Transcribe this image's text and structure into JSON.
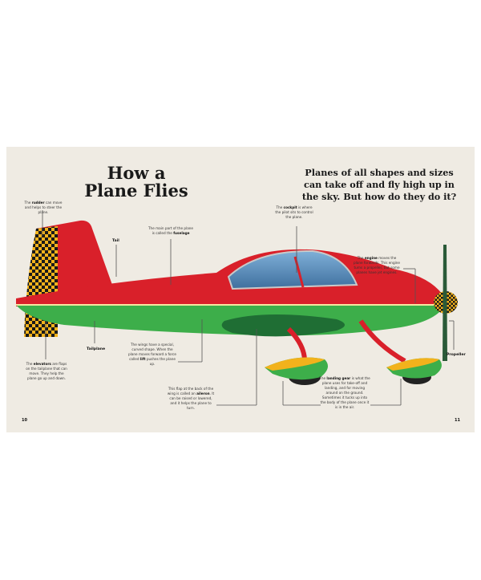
{
  "title": "How a Plane Flies",
  "subtitle": "Planes of all shapes and sizes can take off and fly high up in the sky. But how do they do it?",
  "notes": {
    "rudder": {
      "pre": "The ",
      "bold": "rudder",
      "post": " can move and helps to steer the plane."
    },
    "fuselage": {
      "pre": "The main part of the plane is called the ",
      "bold": "fuselage",
      "post": ""
    },
    "cockpit": {
      "pre": "The ",
      "bold": "cockpit",
      "post": " is where the pilot sits to control the plane."
    },
    "engine": {
      "pre": "The ",
      "bold": "engine",
      "post": " moves the plane forwards. This engine turns a propeller, but some planes have jet engines."
    },
    "elevators": {
      "pre": "The ",
      "bold": "elevators",
      "post": " are flaps on the tailplane that can move. They help the plane go up and down."
    },
    "wings": {
      "pre": "The wings have a special, curved shape. When the plane moves forward a force called ",
      "bold": "lift",
      "post": " pushes the plane up."
    },
    "aileron": {
      "pre": "This flap at the back of the wing is called an ",
      "bold": "aileron",
      "post": ". It can be raised or lowered, and it helps the plane to turn."
    },
    "landing_gear": {
      "pre": "The ",
      "bold": "landing gear",
      "post": " is what the plane uses for take-off and landing, and for moving around on the ground. Sometimes it tucks up into the body of the plane once it is in the air."
    }
  },
  "labels": {
    "tail": "Tail",
    "tailplane": "Tailplane",
    "propeller": "Propeller"
  },
  "pages": {
    "left": "10",
    "right": "11"
  },
  "colors": {
    "red": "#d9202a",
    "green": "#3dae4a",
    "yellow": "#f2b21c",
    "canopy": "#5b8fc0",
    "paper": "#efebe3"
  }
}
